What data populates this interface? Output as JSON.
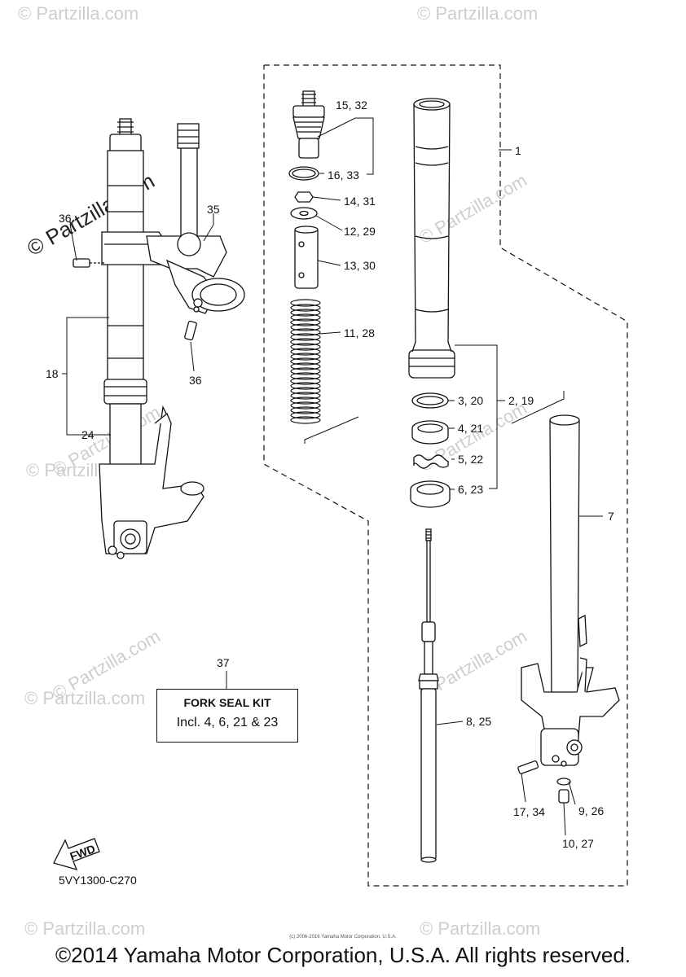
{
  "diagram": {
    "code": "5VY1300-C270",
    "fwd": "FWD",
    "callouts": {
      "c1": "1",
      "c2": "2, 19",
      "c3": "3, 20",
      "c4": "4, 21",
      "c5": "5, 22",
      "c6": "6, 23",
      "c7": "7",
      "c8": "8, 25",
      "c9": "9, 26",
      "c10": "10, 27",
      "c11": "11, 28",
      "c12": "12, 29",
      "c13": "13, 30",
      "c14": "14, 31",
      "c15": "15, 32",
      "c16": "16, 33",
      "c17": "17, 34",
      "c18": "18",
      "c24": "24",
      "c35": "35",
      "c36a": "36",
      "c36b": "36",
      "c37": "37"
    },
    "kit": {
      "title": "FORK SEAL KIT",
      "contents": "Incl. 4, 6, 21 & 23"
    }
  },
  "watermark": {
    "text": "© Partzilla.com"
  },
  "footer": {
    "copyright": "©2014 Yamaha Motor Corporation, U.S.A. All rights reserved.",
    "small": "(c) 2006-2016 Yamaha Motor Corporation, U.S.A."
  }
}
